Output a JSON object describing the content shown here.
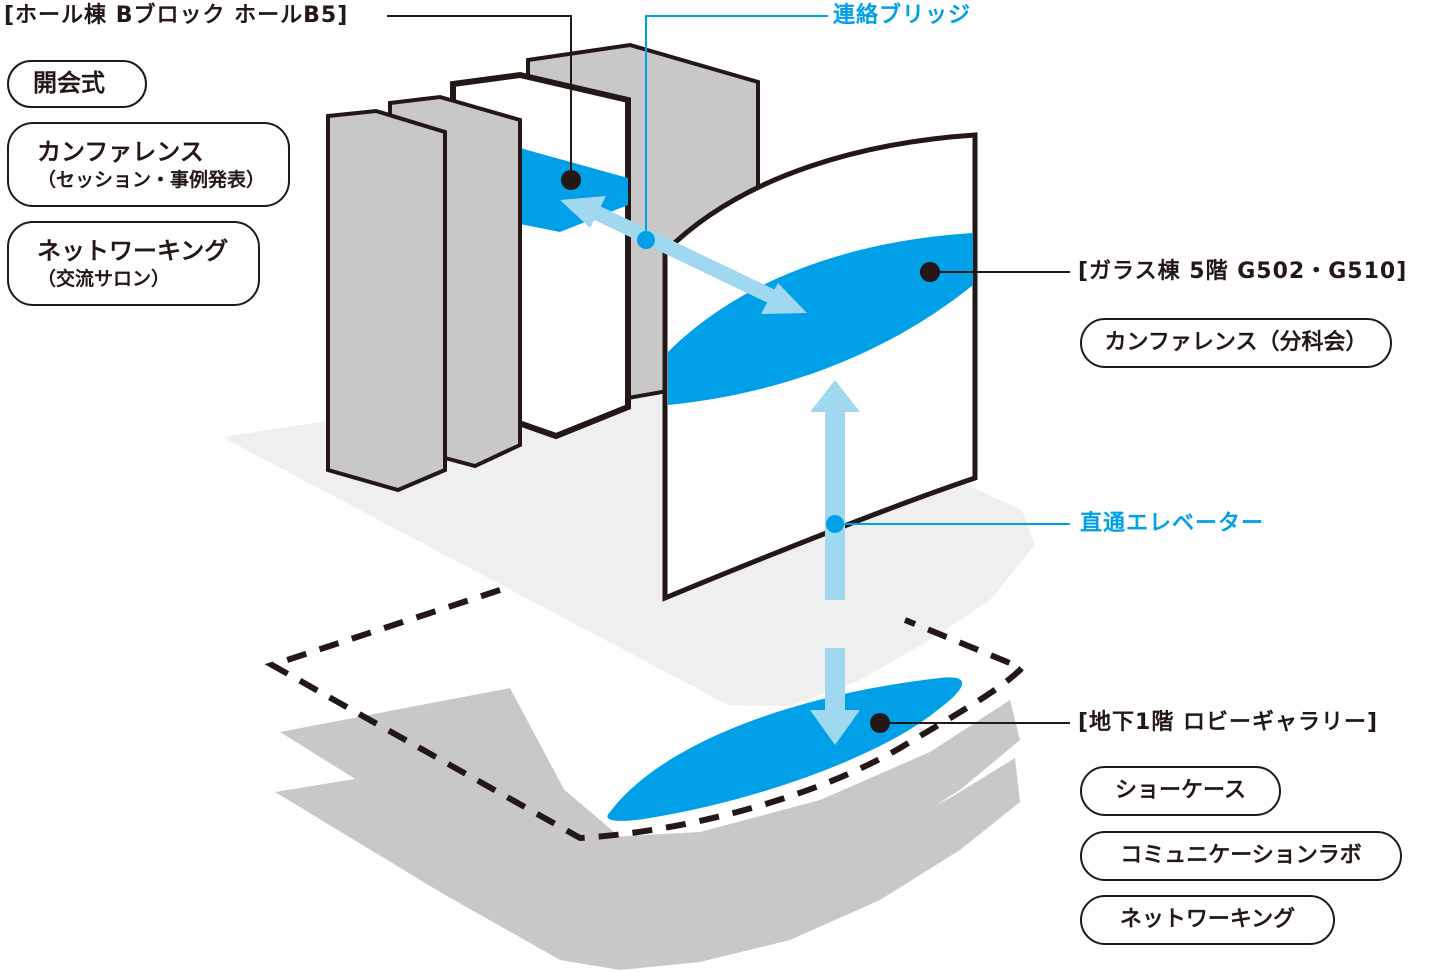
{
  "callouts": {
    "hall": "[ホール棟 Bブロック ホールB5]",
    "bridge": "連絡ブリッジ",
    "glass": "[ガラス棟 5階 G502・G510]",
    "elevator": "直通エレベーター",
    "basement": "[地下1階 ロビーギャラリー]"
  },
  "hall_tags": [
    {
      "main": "開会式"
    },
    {
      "main": "カンファレンス",
      "sub": "（セッション・事例発表）"
    },
    {
      "main": "ネットワーキング",
      "sub": "（交流サロン）"
    }
  ],
  "glass_tags": [
    {
      "main": "カンファレンス（分科会）"
    }
  ],
  "basement_tags": [
    {
      "main": "ショーケース"
    },
    {
      "main": "コミュニケーションラボ"
    },
    {
      "main": "ネットワーキング"
    }
  ],
  "colors": {
    "accent_blue": "#00a0e9",
    "light_blue": "#a0d8ef",
    "building_gray": "#c8c8c8",
    "floor_light": "#efefef",
    "ink": "#231815"
  },
  "icons": {
    "bridge_arrow": "double-headed-arrow",
    "elevator_arrow": "double-headed-vertical-arrow"
  }
}
